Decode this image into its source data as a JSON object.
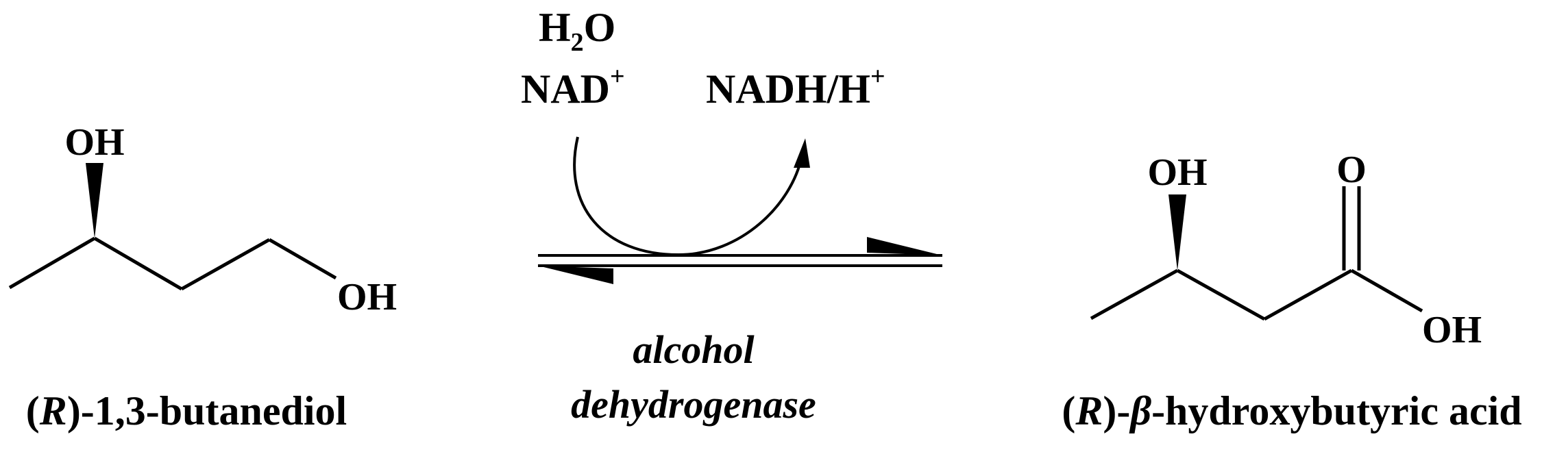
{
  "reactant": {
    "atoms": {
      "oh_top": "OH",
      "oh_end": "OH"
    },
    "name": {
      "open": "(",
      "stereo": "R",
      "rest": ")-1,3-butanediol"
    }
  },
  "conditions": {
    "water": {
      "base": "H",
      "sub": "2",
      "tail": "O"
    },
    "cofactor_in": {
      "base": "NAD",
      "sup": "+"
    },
    "cofactor_out": {
      "base": "NADH/H",
      "sup": "+"
    },
    "enzyme_line1": "alcohol",
    "enzyme_line2": "dehydrogenase"
  },
  "product": {
    "atoms": {
      "oh_top": "OH",
      "o_carbonyl": "O",
      "oh_acid": "OH"
    },
    "name": {
      "open": "(",
      "stereo": "R",
      "mid": ")-",
      "beta": "β",
      "rest": "-hydroxybutyric acid"
    }
  }
}
